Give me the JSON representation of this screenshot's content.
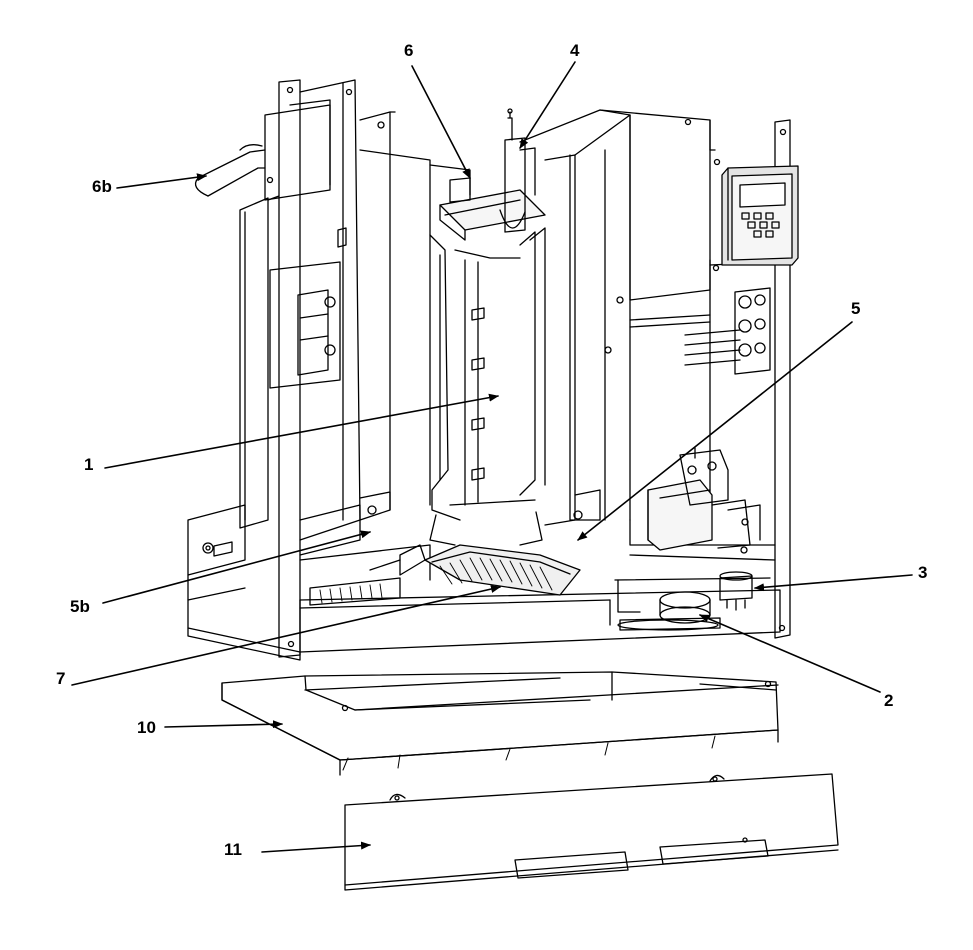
{
  "callouts": [
    {
      "id": "label-1",
      "text": "1"
    },
    {
      "id": "label-2",
      "text": "2"
    },
    {
      "id": "label-3",
      "text": "3"
    },
    {
      "id": "label-4",
      "text": "4"
    },
    {
      "id": "label-5",
      "text": "5"
    },
    {
      "id": "label-5b",
      "text": "5b"
    },
    {
      "id": "label-6",
      "text": "6"
    },
    {
      "id": "label-6b",
      "text": "6b"
    },
    {
      "id": "label-7",
      "text": "7"
    },
    {
      "id": "label-10",
      "text": "10"
    },
    {
      "id": "label-11",
      "text": "11"
    }
  ],
  "control_panel": {
    "display_color": "#ffffff",
    "body_color": "#dcdcdc"
  },
  "colors": {
    "line": "#000000",
    "background": "#ffffff",
    "shade": "#e8e8e8"
  }
}
